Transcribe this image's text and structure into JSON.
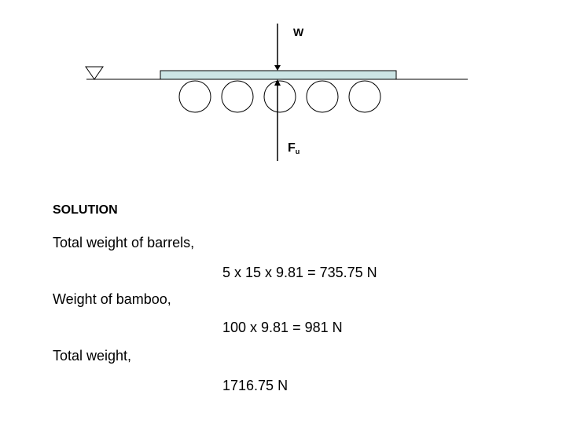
{
  "diagram": {
    "load_label": "W",
    "upthrust_label": "F",
    "upthrust_subscript": "u",
    "raft_color": "#cce5e5",
    "barrel_count": 5
  },
  "solution": {
    "heading": "SOLUTION",
    "lines": [
      {
        "label": "Total weight of barrels,",
        "result": "5 x 15 x 9.81 = 735.75 N"
      },
      {
        "label": "Weight of bamboo,",
        "result": "100 x 9.81 = 981 N"
      },
      {
        "label": "Total weight,",
        "result": "1716.75 N"
      }
    ]
  }
}
